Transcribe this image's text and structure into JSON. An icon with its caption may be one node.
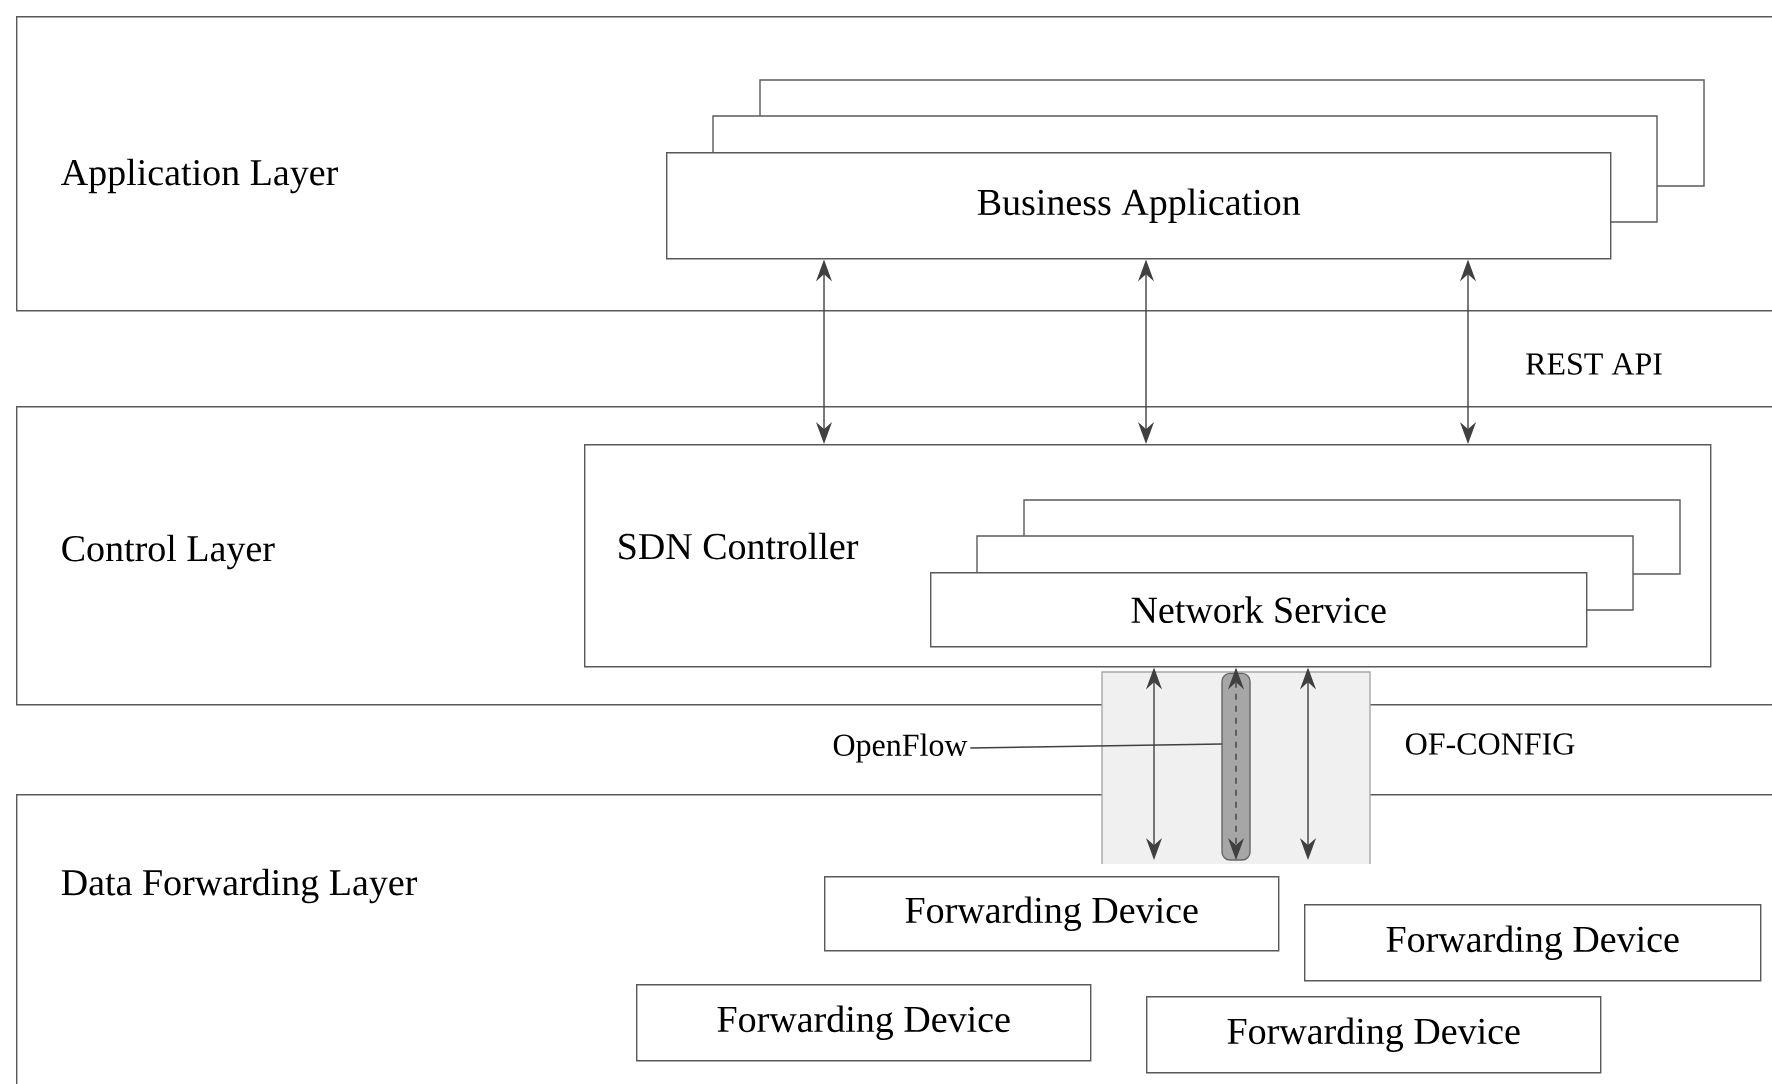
{
  "diagram": {
    "nodes": [
      {
        "text": [
          "Application Layer"
        ]
      },
      {
        "text": [
          "Business Application"
        ],
        "in": 0
      },
      {
        "text": [
          "Control Layer"
        ]
      },
      {
        "text": [
          "SDN Controller"
        ],
        "in": 2
      },
      {
        "text": [
          "Network Service"
        ],
        "in": 3
      },
      {
        "text": [
          "Data Forwarding Layer"
        ]
      },
      {
        "text": [
          "Forwarding Device"
        ],
        "in": 5
      },
      {
        "text": [
          "Forwarding Device"
        ],
        "in": 5
      },
      {
        "text": [
          "Forwarding Device"
        ],
        "in": 5
      },
      {
        "text": [
          "Forwarding Device"
        ],
        "in": 5
      },
      {
        "text": [
          "OpenFlow"
        ]
      }
    ],
    "edges": [
      {
        "from": 1,
        "to": 3,
        "arrow": "both"
      },
      {
        "from": 1,
        "to": 3,
        "arrow": "both"
      },
      {
        "from": 1,
        "to": 3,
        "arrow": "both"
      },
      {
        "from": 3,
        "to": 6,
        "arrow": "both"
      },
      {
        "from": 3,
        "to": 6,
        "arrow": "both",
        "style": "dashed"
      },
      {
        "from": 3,
        "to": null,
        "arrow": "both"
      },
      {
        "from": 10,
        "to": null,
        "arrow": "none"
      }
    ],
    "labels": [
      "REST API",
      "OF-CONFIG"
    ]
  }
}
